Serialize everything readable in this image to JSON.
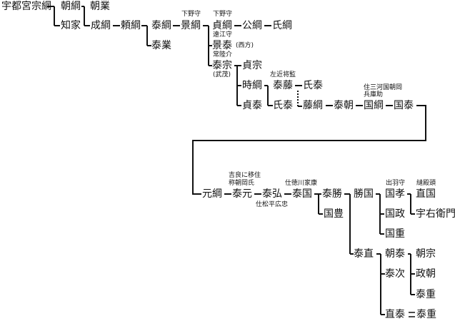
{
  "nodes": {
    "utsunomiya_munetsuna": "宇都宮宗綱",
    "tomotsuna": "朝綱",
    "tomonari": "朝業",
    "tomoie": "知家",
    "shigetsuna": "成綱",
    "yoritsuna": "頼綱",
    "yasutsuna": "泰綱",
    "yasunari": "泰業",
    "kagetsuna": "景綱",
    "sadatsuna": "貞綱",
    "kintsuna": "公綱",
    "ujitsuna": "氏綱",
    "kageyasu": "景泰",
    "yasumune": "泰宗",
    "sadamune": "貞宗",
    "tokitsuna": "時綱",
    "sadayasu": "貞泰",
    "yasufuji": "泰藤",
    "ujiyasu1": "氏泰",
    "ujiyasu2": "氏泰",
    "fujitsuna": "藤綱",
    "yasutomo": "泰朝",
    "kunitsuna": "国綱",
    "kuniyasu": "国泰",
    "mototsuna": "元綱",
    "yasumoto": "泰元",
    "yasuhiro": "泰弘",
    "yasukuni": "泰国",
    "yasukatsu": "泰勝",
    "katsukuni": "勝国",
    "kunitaka": "国孝",
    "naokuni": "直国",
    "ukon_emon": "宇右衛門",
    "kunimasa": "国政",
    "kunishige": "国重",
    "kunitoyo": "国豊",
    "yasunao": "泰直",
    "tomoyasu": "朝泰",
    "tomomune": "朝宗",
    "yasutsugu": "泰次",
    "masatomo": "政朝",
    "yasushige1": "泰重",
    "naoyasu": "直泰",
    "yasushige2": "泰重"
  },
  "notes": {
    "kagetsuna": "下野守",
    "sadatsuna": "下野守",
    "kageyasu_title": "遠江守",
    "kageyasu_suffix": "(西方)",
    "yasumune_title": "常陸介",
    "yasumune_suffix": "(武茂)",
    "yasufuji": "左近将監",
    "kunitsuna_1": "住三河国朝岡",
    "kunitsuna_2": "兵庫助",
    "yasumoto_1": "吉良に移住",
    "yasumoto_2": "称朝岡氏",
    "yasuhiro": "仕松平広忠",
    "yasukuni": "仕徳川家康",
    "kunitaka": "出羽守",
    "naokuni": "縫殿頭"
  }
}
